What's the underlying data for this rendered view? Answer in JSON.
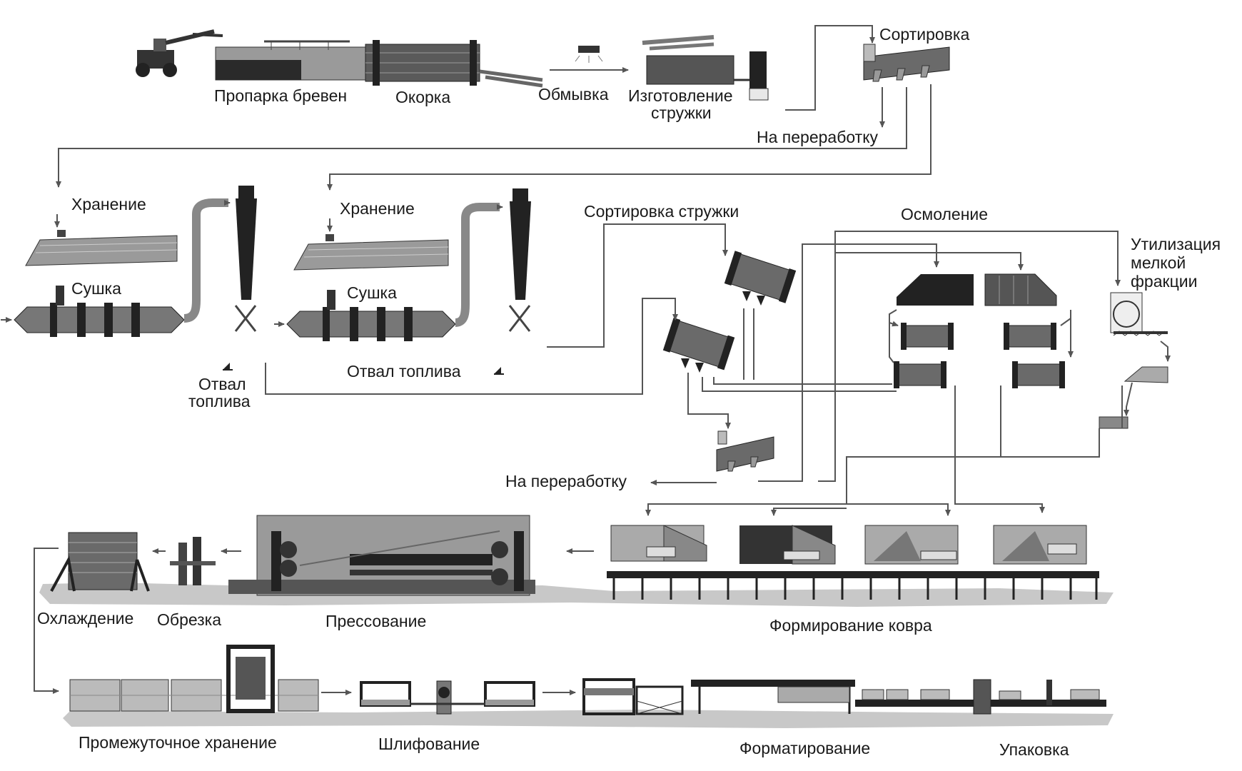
{
  "process": {
    "log_steaming": "Пропарка бревен",
    "debarking": "Окорка",
    "washing": "Обмывка",
    "chip_making": [
      "Изготовление",
      "стружки"
    ],
    "sorting_top": "Сортировка",
    "to_processing_top": "На переработку",
    "storage_1": "Хранение",
    "drying_1": "Сушка",
    "fuel_dump_1": [
      "Отвал",
      "топлива"
    ],
    "storage_2": "Хранение",
    "drying_2": "Сушка",
    "fuel_dump_2": "Отвал топлива",
    "chip_sorting": "Сортировка стружки",
    "resination": "Осмоление",
    "fines_utilization": [
      "Утилизация",
      "мелкой",
      "фракции"
    ],
    "to_processing_mid": "На переработку",
    "cooling": "Охлаждение",
    "trimming": "Обрезка",
    "pressing": "Прессование",
    "mat_forming": "Формирование ковра",
    "intermediate_storage": "Промежуточное хранение",
    "sanding": "Шлифование",
    "sizing": "Форматирование",
    "packaging": "Упаковка"
  },
  "colors": {
    "ink": "#1a1a1a",
    "machine_dark": "#333333",
    "machine_mid": "#6a6a6a",
    "machine_light": "#a8a8a8",
    "ground": "#c8c8c8",
    "line": "#555555"
  }
}
